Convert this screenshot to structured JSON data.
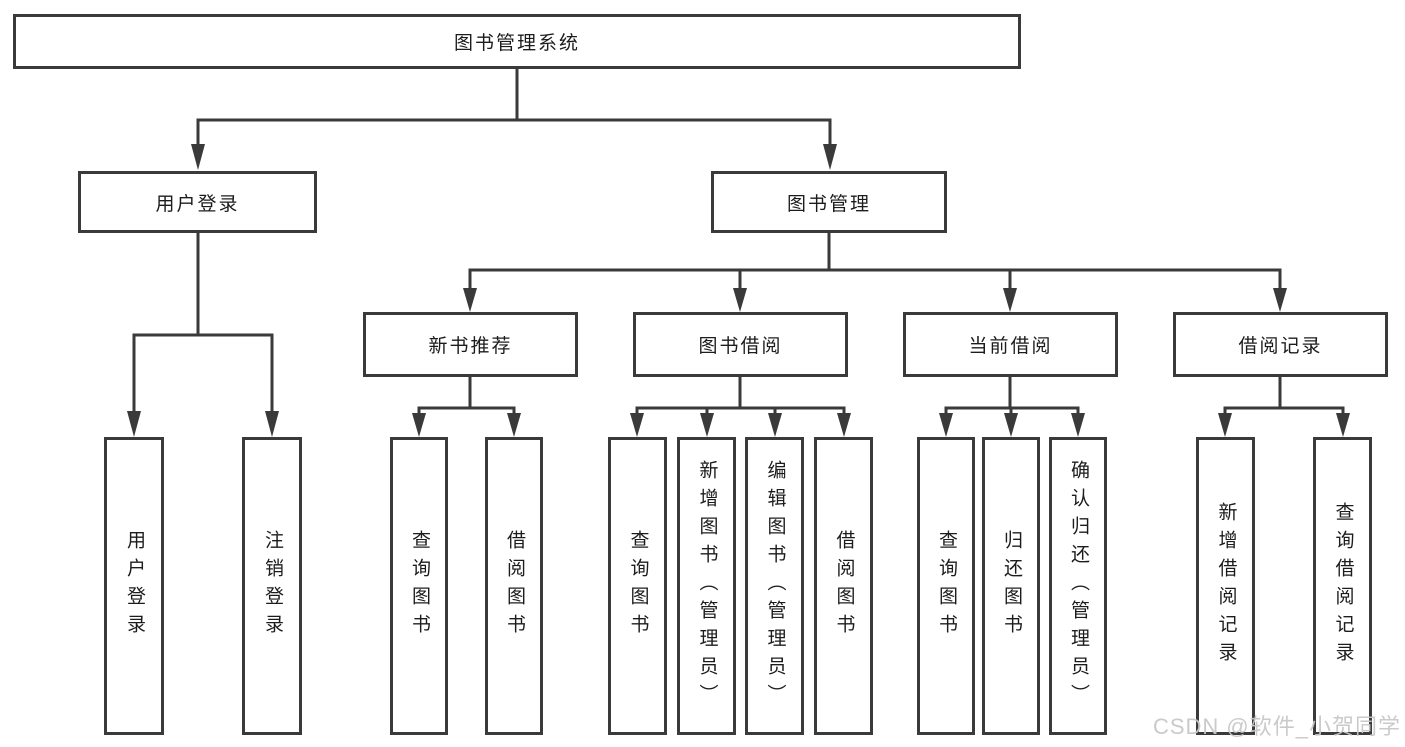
{
  "tree": {
    "root": {
      "label": "图书管理系统",
      "children": [
        {
          "label": "用户登录",
          "children": [
            {
              "label": "用户登录"
            },
            {
              "label": "注销登录"
            }
          ]
        },
        {
          "label": "图书管理",
          "children": [
            {
              "label": "新书推荐",
              "children": [
                {
                  "label": "查询图书"
                },
                {
                  "label": "借阅图书"
                }
              ]
            },
            {
              "label": "图书借阅",
              "children": [
                {
                  "label": "查询图书"
                },
                {
                  "label": "新增图书（管理员）"
                },
                {
                  "label": "编辑图书（管理员）"
                },
                {
                  "label": "借阅图书"
                }
              ]
            },
            {
              "label": "当前借阅",
              "children": [
                {
                  "label": "查询图书"
                },
                {
                  "label": "归还图书"
                },
                {
                  "label": "确认归还（管理员）"
                }
              ]
            },
            {
              "label": "借阅记录",
              "children": [
                {
                  "label": "新增借阅记录"
                },
                {
                  "label": "查询借阅记录"
                }
              ]
            }
          ]
        }
      ]
    }
  },
  "watermark": {
    "text": "CSDN @软件_小贺同学"
  },
  "colors": {
    "line": "#3a3a3a",
    "box_border": "#3a3a3a",
    "text": "#1c1c1c",
    "background": "#ffffff",
    "watermark_text": "#c8c8c8"
  }
}
